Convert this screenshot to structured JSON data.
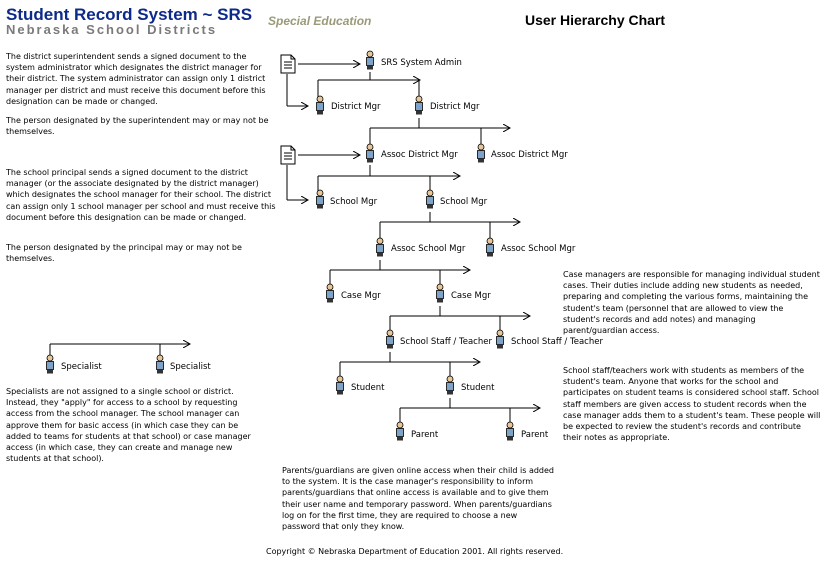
{
  "header": {
    "brand_title": "Student Record System ~ SRS",
    "brand_subtitle": "Nebraska School Districts",
    "brand_tagline": "Special Education",
    "chart_title": "User Hierarchy Chart"
  },
  "nodes": {
    "srs_admin": "SRS System Admin",
    "district_mgr_1": "District Mgr",
    "district_mgr_2": "District Mgr",
    "assoc_district_mgr_1": "Assoc District Mgr",
    "assoc_district_mgr_2": "Assoc District Mgr",
    "school_mgr_1": "School Mgr",
    "school_mgr_2": "School Mgr",
    "assoc_school_mgr_1": "Assoc School Mgr",
    "assoc_school_mgr_2": "Assoc School Mgr",
    "case_mgr_1": "Case Mgr",
    "case_mgr_2": "Case Mgr",
    "staff_teacher_1": "School Staff / Teacher",
    "staff_teacher_2": "School Staff / Teacher",
    "student_1": "Student",
    "student_2": "Student",
    "parent_1": "Parent",
    "parent_2": "Parent",
    "specialist_1": "Specialist",
    "specialist_2": "Specialist"
  },
  "notes": {
    "superintendent": "The district superintendent sends a signed document to the system administrator which designates the district manager for their district. The system administrator can assign only 1 district manager per district and must receive this document before this designation can be made or changed.",
    "superintendent_2": "The person designated by the superintendent may or may not be themselves.",
    "principal": "The school principal sends a signed document to the district manager (or the associate designated by the district manager) which designates the school manager for their school. The district can assign only 1 school manager per school and must receive this document before this designation can be made or changed.",
    "principal_2": "The person designated by the principal may or may not be themselves.",
    "case_managers": "Case managers are responsible for managing individual student cases. Their duties include adding new students as needed, preparing and completing the various forms, maintaining the student's team (personnel that are allowed to view the student's records and add notes) and managing parent/guardian access.",
    "staff": "School staff/teachers work with students as members of the student's team. Anyone that works for the school and participates on student teams is considered school staff. School staff members are given access to student records when the case manager adds them to a student's team. These people will be expected to review the student's records and contribute their notes as appropriate.",
    "specialists": "Specialists are not assigned to a single school or district. Instead, they \"apply\" for access to a school by requesting access from the school manager. The school manager can approve them for basic access (in which case they can be added to teams for students at that school) or case manager access (in which case, they can create and manage new students at that school).",
    "parents": "Parents/guardians are given online access when their child is added to the system.  It is the case manager's responsibility to inform parents/guardians that online access is available and to give them their user name and temporary password. When parents/guardians log on for the first time, they are required to choose a new password that only they know."
  },
  "footer": {
    "copyright": "Copyright © Nebraska Department of Education 2001. All rights reserved."
  },
  "colors": {
    "brand": "#0d2a8a",
    "person_shirt": "#7ea3c8",
    "line": "#000000"
  }
}
